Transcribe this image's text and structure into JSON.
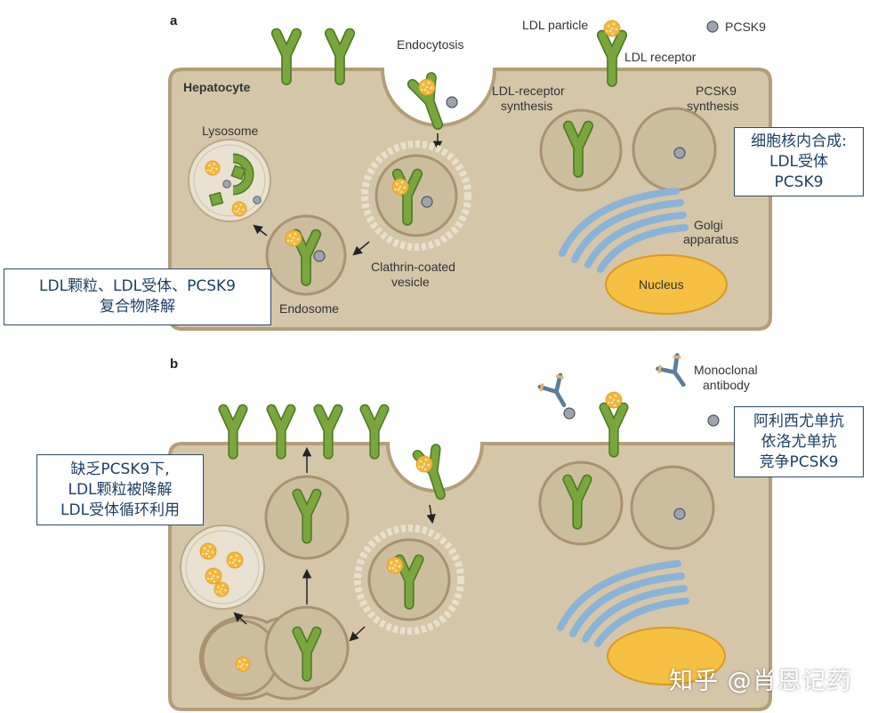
{
  "panel_a": {
    "letter": "a",
    "cell_label": "Hepatocyte",
    "endocytosis": "Endocytosis",
    "ldl_particle": "LDL particle",
    "pcsk9": "PCSK9",
    "ldl_receptor": "LDL receptor",
    "receptor_synthesis": [
      "LDL-receptor",
      "synthesis"
    ],
    "pcsk9_synthesis": [
      "PCSK9",
      "synthesis"
    ],
    "lysosome": "Lysosome",
    "clathrin": [
      "Clathrin-coated",
      "vesicle"
    ],
    "golgi": [
      "Golgi",
      "apparatus"
    ],
    "nucleus": "Nucleus",
    "endosome": "Endosome",
    "callout_synthesis": [
      "细胞核内合成:",
      "LDL受体",
      "PCSK9"
    ],
    "callout_degrade": [
      "LDL颗粒、LDL受体、PCSK9",
      "复合物降解"
    ]
  },
  "panel_b": {
    "letter": "b",
    "monoclonal": [
      "Monoclonal",
      "antibody"
    ],
    "callout_recycle": [
      "缺乏PCSK9下,",
      "LDL颗粒被降解",
      "LDL受体循环利用"
    ],
    "callout_antibody": [
      "阿利西尤单抗",
      "依洛尤单抗",
      "竞争PCSK9"
    ]
  },
  "watermark": "知乎 @肖恩记药",
  "colors": {
    "cell_fill": "#d5c6aa",
    "cell_border": "#b39e78",
    "receptor": "#7aa63e",
    "receptor_dark": "#4f7a24",
    "pcsk9": "#9ea3ad",
    "ldl": "#f0b73c",
    "nucleus": "#f5c042",
    "golgi": "#8bb3d8",
    "callout_border": "#2e4a68",
    "callout_text": "#1d3f63"
  }
}
